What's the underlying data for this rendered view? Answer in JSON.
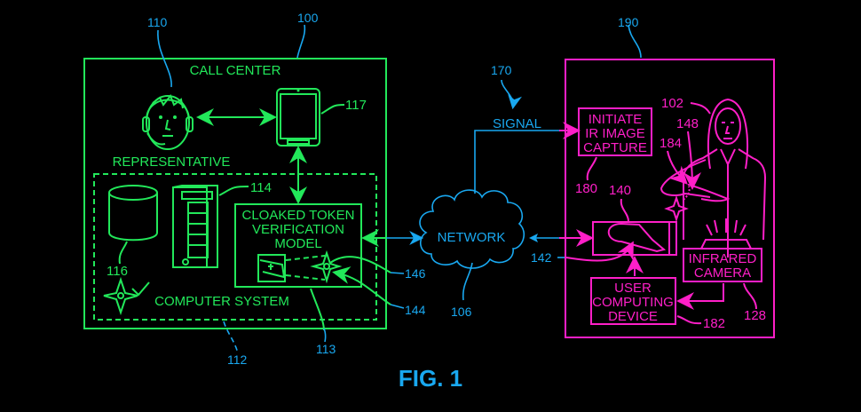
{
  "colors": {
    "background": "#000000",
    "call_center": "#22e85a",
    "user_side": "#ff1fc8",
    "network": "#19a8f0"
  },
  "figure_label": "FIG. 1",
  "call_center": {
    "ref": "100",
    "title": "CALL CENTER",
    "representative": {
      "ref": "110",
      "label": "REPRESENTATIVE"
    },
    "tablet": {
      "ref": "117"
    },
    "computer_system": {
      "ref": "112",
      "label": "COMPUTER SYSTEM",
      "server_ref": "114",
      "database_ref": "116",
      "model": {
        "ref": "113",
        "lines": [
          "CLOAKED TOKEN",
          "VERIFICATION",
          "MODEL"
        ],
        "token_ref": "146",
        "arrow_ref": "144"
      }
    }
  },
  "network": {
    "ref": "106",
    "label": "NETWORK",
    "signal": {
      "ref": "170",
      "label": "SIGNAL"
    },
    "link_ref": "142"
  },
  "user_side": {
    "ref": "190",
    "person_ref": "102",
    "token_ref": "148",
    "hand_ref": "184",
    "initiate": {
      "ref": "180",
      "lines": [
        "INITIATE",
        "IR IMAGE",
        "CAPTURE"
      ]
    },
    "display": {
      "ref": "140"
    },
    "camera": {
      "ref": "128",
      "lines": [
        "INFRARED",
        "CAMERA"
      ]
    },
    "device": {
      "ref": "182",
      "lines": [
        "USER",
        "COMPUTING",
        "DEVICE"
      ]
    }
  }
}
